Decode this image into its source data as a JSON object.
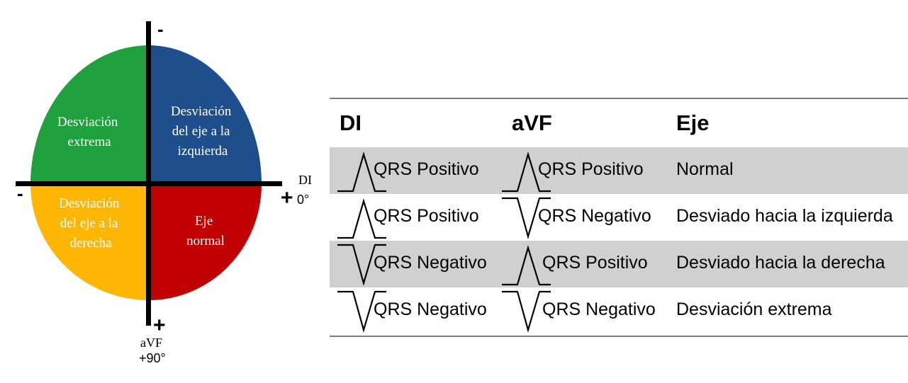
{
  "diagram": {
    "quadrants": {
      "top_left": {
        "lines": [
          "Desviación",
          "extrema"
        ],
        "color": "#1fa13d"
      },
      "top_right": {
        "lines": [
          "Desviación",
          "del eje a la",
          "izquierda"
        ],
        "color": "#1f4e8c"
      },
      "bottom_left": {
        "lines": [
          "Desviación",
          "del eje a la",
          "derecha"
        ],
        "color": "#ffb703"
      },
      "bottom_right": {
        "lines": [
          "Eje",
          "normal"
        ],
        "color": "#c00000"
      }
    },
    "signs": {
      "top": "-",
      "left": "-",
      "right": "+",
      "bottom": "+"
    },
    "di_label": "DI",
    "di_angle": "0°",
    "avf_label": "aVF",
    "avf_angle": "+90°"
  },
  "table": {
    "headers": {
      "di": "DI",
      "avf": "aVF",
      "axis": "Eje"
    },
    "rows": [
      {
        "di": "QRS Positivo",
        "di_wave": "positive",
        "avf": "QRS Positivo",
        "avf_wave": "positive",
        "axis": "Normal"
      },
      {
        "di": "QRS Positivo",
        "di_wave": "positive",
        "avf": "QRS Negativo",
        "avf_wave": "negative",
        "axis": "Desviado hacia la izquierda"
      },
      {
        "di": "QRS Negativo",
        "di_wave": "negative",
        "avf": "QRS Positivo",
        "avf_wave": "positive",
        "axis": "Desviado hacia la derecha"
      },
      {
        "di": "QRS Negativo",
        "di_wave": "negative",
        "avf": "QRS Negativo",
        "avf_wave": "negative",
        "axis": "Desviación extrema"
      }
    ],
    "row_shading": "#d0d0d0"
  }
}
